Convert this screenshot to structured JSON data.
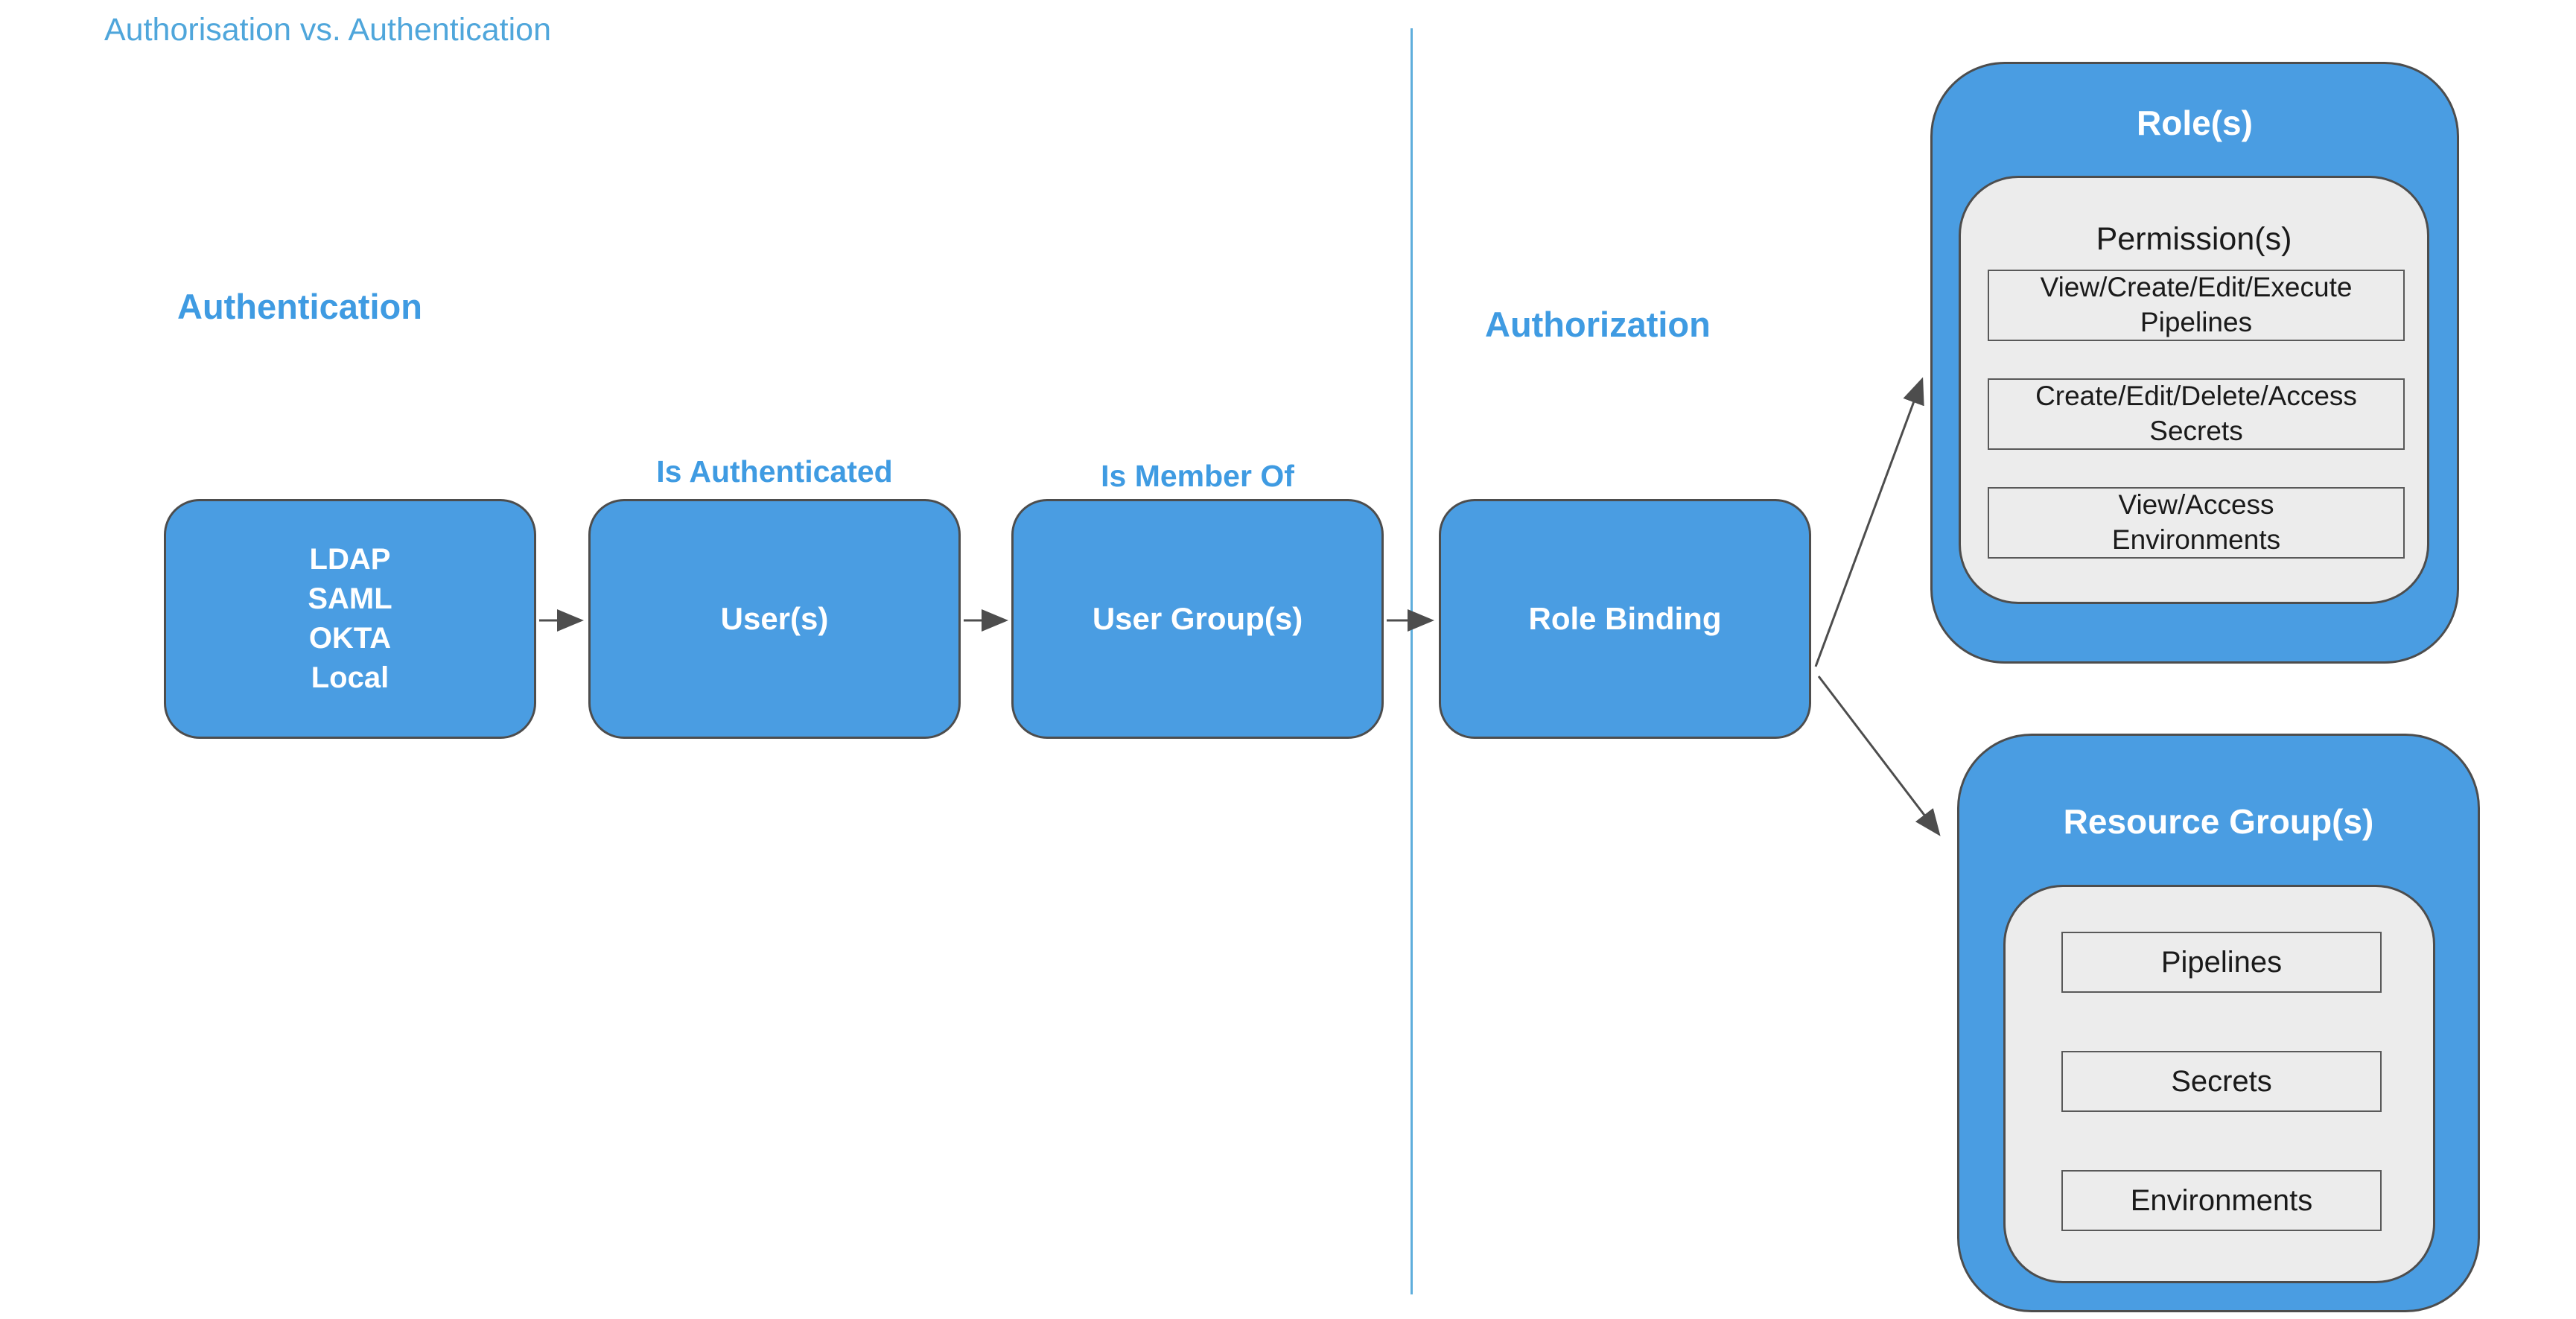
{
  "page": {
    "title": "Authorisation vs. Authentication"
  },
  "sections": {
    "authentication": {
      "label": "Authentication"
    },
    "authorization": {
      "label": "Authorization"
    }
  },
  "flow": {
    "identity_providers": {
      "lines": [
        "LDAP",
        "SAML",
        "OKTA",
        "Local"
      ]
    },
    "users": {
      "label": "User(s)",
      "edge_label": "Is Authenticated"
    },
    "user_groups": {
      "label": "User Group(s)",
      "edge_label": "Is Member Of"
    },
    "role_binding": {
      "label": "Role Binding"
    }
  },
  "roles": {
    "title": "Role(s)",
    "permissions_title": "Permission(s)",
    "permissions": [
      {
        "line1": "View/Create/Edit/Execute",
        "line2": "Pipelines"
      },
      {
        "line1": "Create/Edit/Delete/Access",
        "line2": "Secrets"
      },
      {
        "line1": "View/Access",
        "line2": "Environments"
      }
    ]
  },
  "resource_groups": {
    "title": "Resource Group(s)",
    "items": [
      "Pipelines",
      "Secrets",
      "Environments"
    ]
  },
  "colors": {
    "node_blue": "#4A9DE2",
    "label_blue": "#3F9BE2",
    "title_blue": "#4FA6DB",
    "divider_blue": "#5FAEDC",
    "panel_gray": "#ECECEC",
    "border_dark": "#4D4D4D",
    "arrow_gray": "#4D4D4D",
    "node_text": "#FFFFFF",
    "panel_text": "#1A1A1A"
  }
}
